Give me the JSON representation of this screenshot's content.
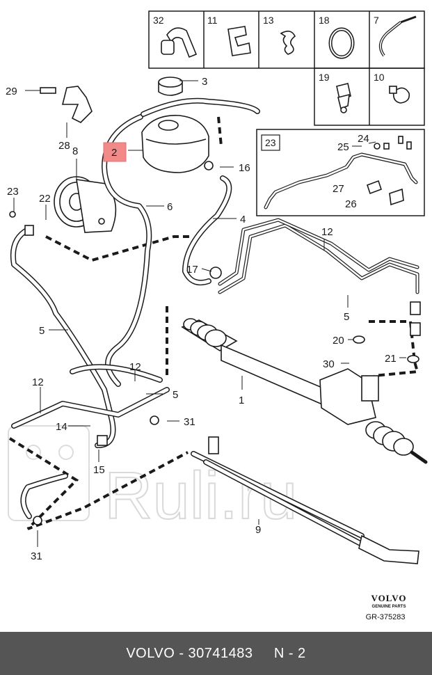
{
  "inset_boxes": [
    {
      "id": "box-32",
      "label": "32"
    },
    {
      "id": "box-11",
      "label": "11"
    },
    {
      "id": "box-13",
      "label": "13"
    },
    {
      "id": "box-18",
      "label": "18"
    },
    {
      "id": "box-7",
      "label": "7"
    },
    {
      "id": "box-19",
      "label": "19"
    },
    {
      "id": "box-10",
      "label": "10"
    },
    {
      "id": "box-23",
      "label": "23"
    }
  ],
  "callouts": {
    "c1": "1",
    "c2": "2",
    "c3": "3",
    "c4": "4",
    "c5a": "5",
    "c5b": "5",
    "c5c": "5",
    "c6": "6",
    "c8": "8",
    "c9": "9",
    "c12a": "12",
    "c12b": "12",
    "c12c": "12",
    "c14": "14",
    "c15": "15",
    "c16": "16",
    "c17": "17",
    "c20": "20",
    "c21": "21",
    "c22": "22",
    "c23": "23",
    "c24": "24",
    "c25": "25",
    "c26": "26",
    "c27": "27",
    "c28": "28",
    "c29": "29",
    "c30": "30",
    "c31a": "31",
    "c31b": "31"
  },
  "highlight": {
    "label": "2",
    "color": "#f28a8a"
  },
  "watermark": "Ruli.ru",
  "brand": {
    "logo": "VOLVO",
    "subtitle": "GENUINE PARTS",
    "reference": "GR-375283"
  },
  "footer": {
    "text": "VOLVO - 30741483     N - 2",
    "background": "#555555",
    "text_color": "#ffffff"
  }
}
